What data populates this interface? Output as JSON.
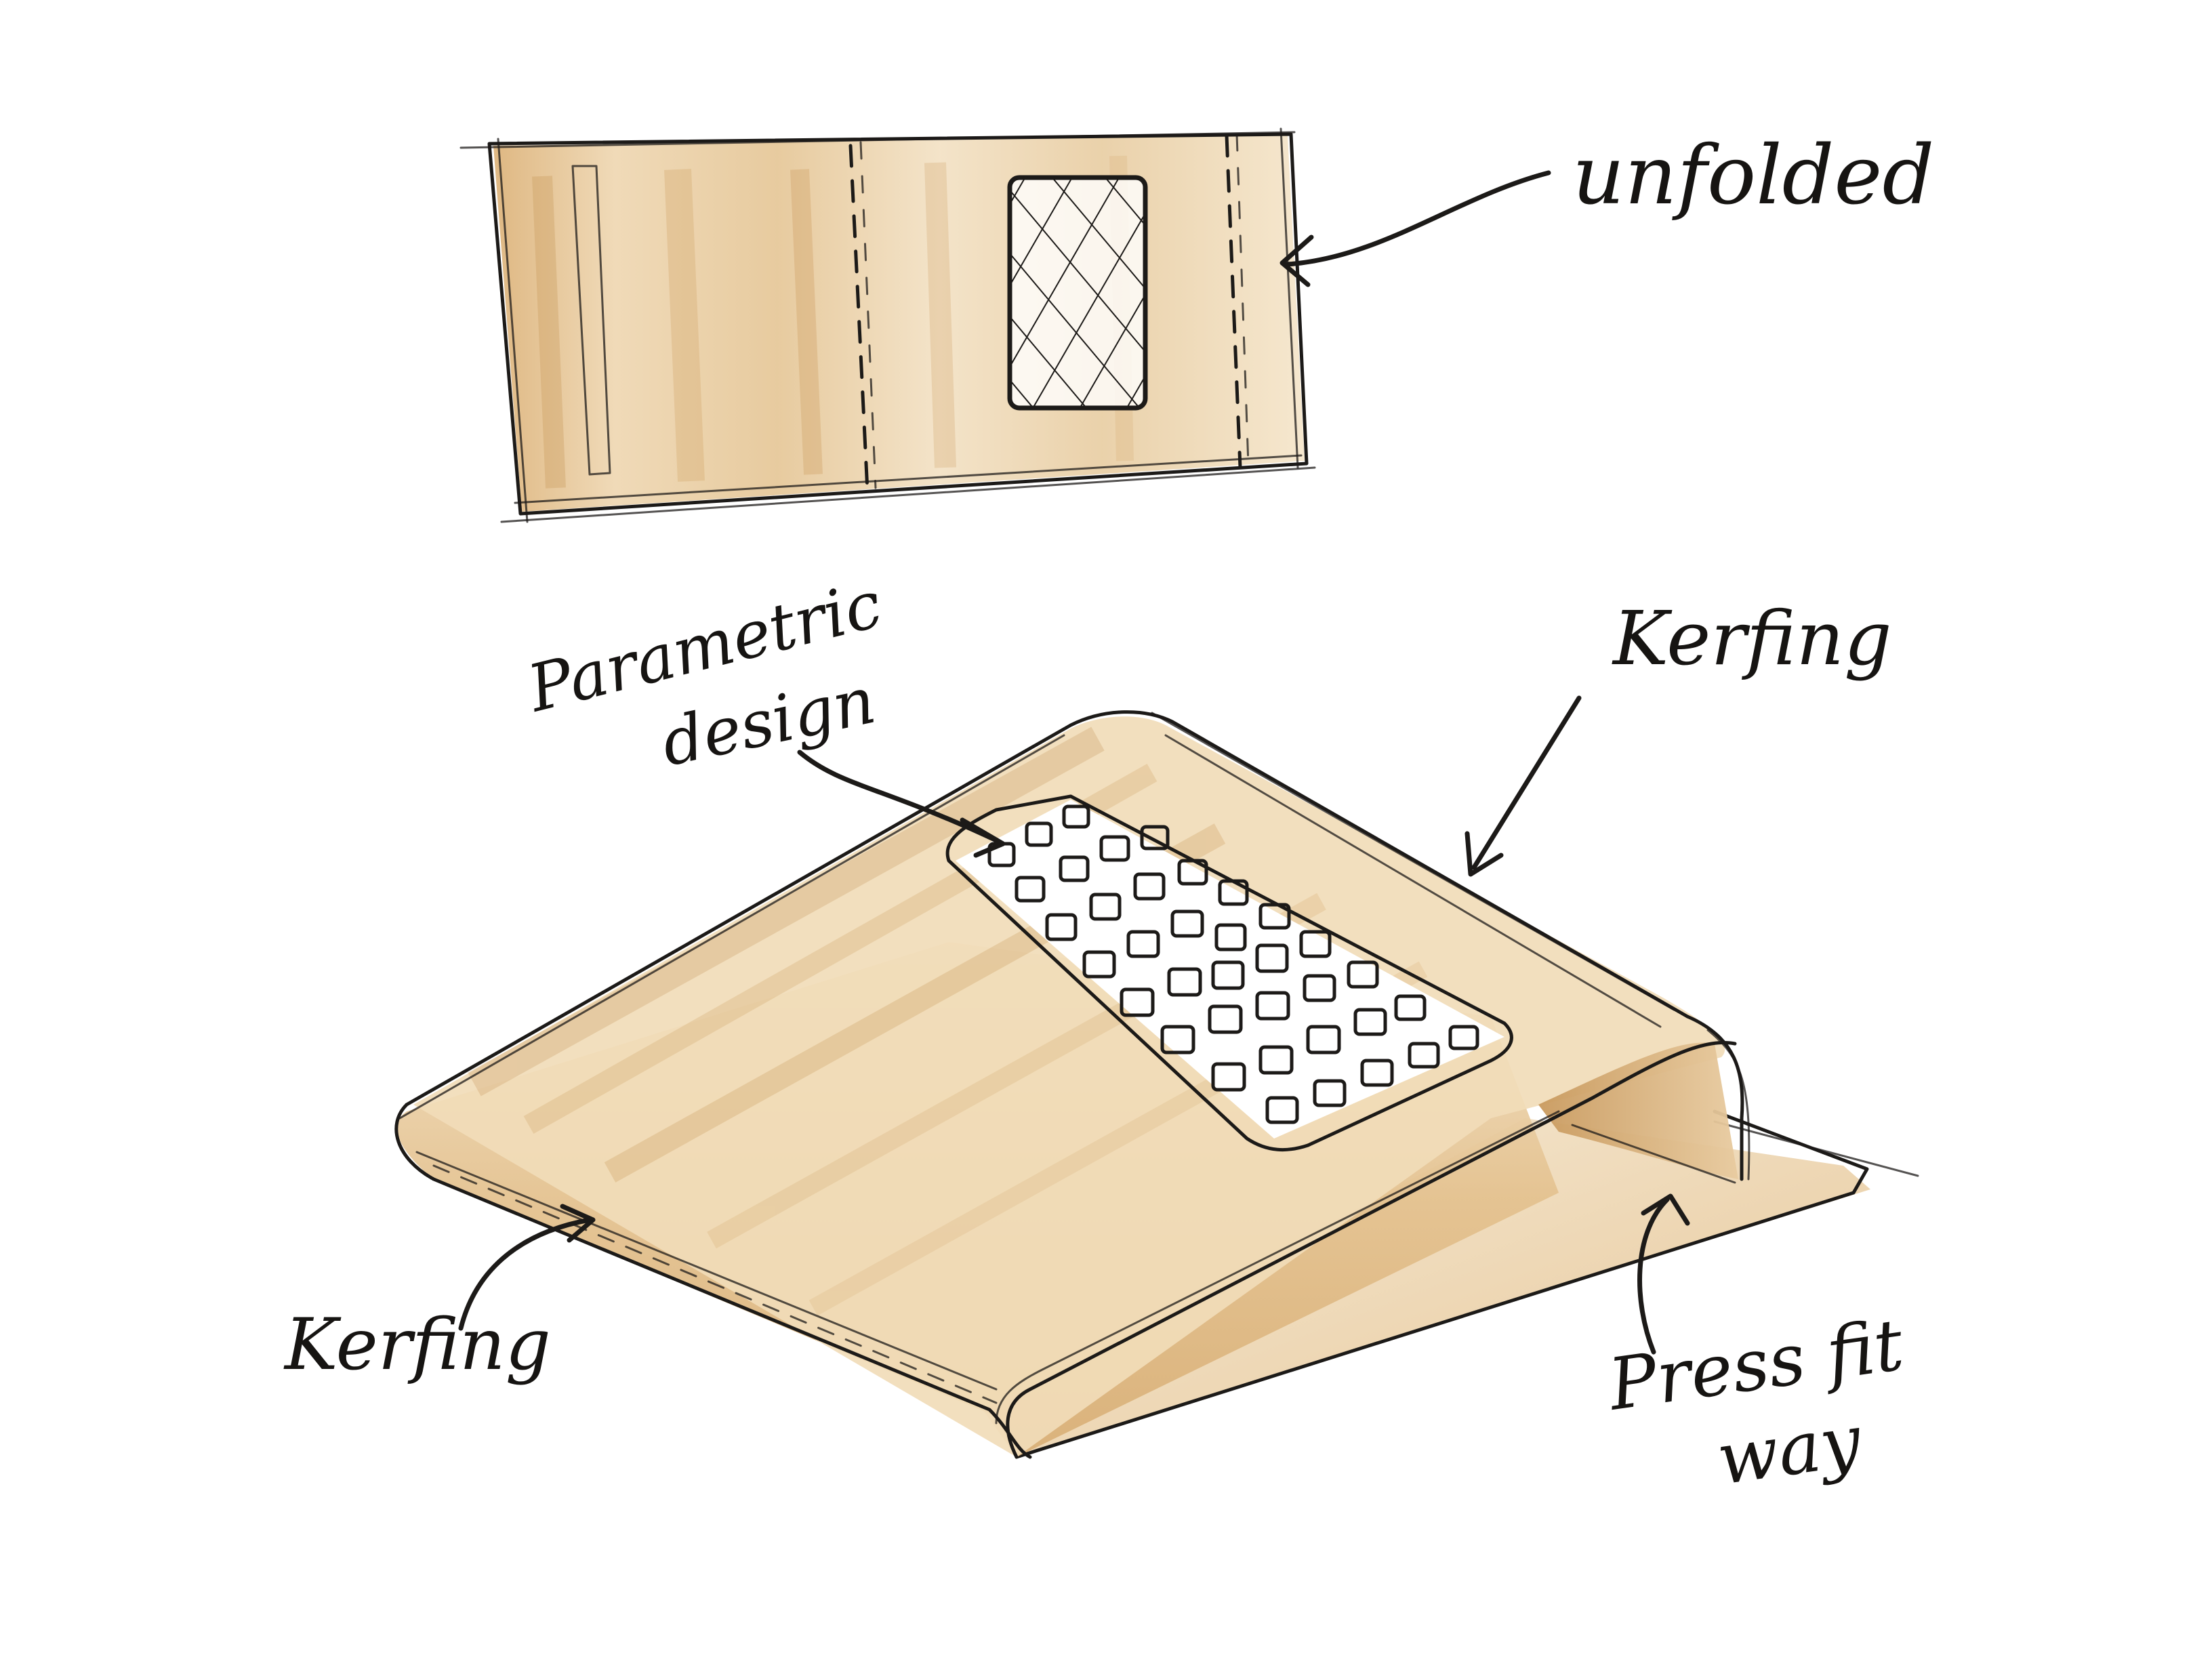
{
  "labels": {
    "unfolded": "unfolded",
    "parametric_line1": "Parametric",
    "parametric_line2": "design",
    "kerfing_top": "Kerfing",
    "kerfing_left": "Kerfing",
    "pressfit_line1": "Press fit",
    "pressfit_line2": "way"
  },
  "colors": {
    "wood": "#e9cfa6",
    "wood_dark": "#d7ae74",
    "wood_light": "#f4e3c6",
    "ink": "#1c1a18",
    "paper": "#ffffff"
  }
}
